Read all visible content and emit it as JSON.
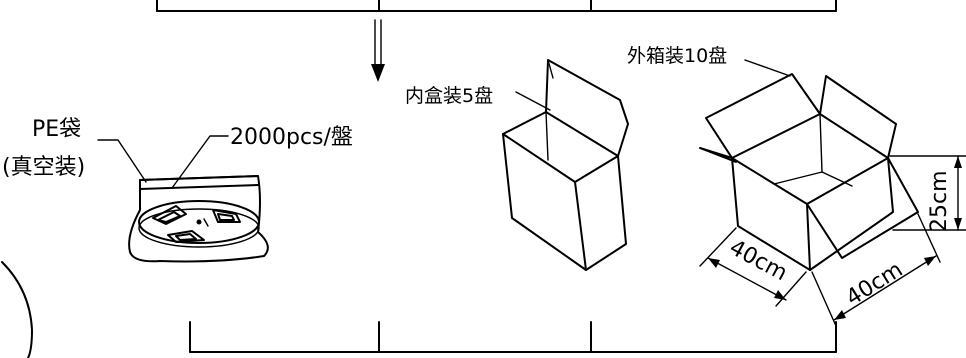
{
  "labels": {
    "pe_bag": "PE袋",
    "vacuum": "(真空装)",
    "per_reel": "2000pcs/盤",
    "inner_box": "内盒装5盘",
    "outer_box": "外箱装10盘",
    "dim_length": "40cm",
    "dim_width": "40cm",
    "dim_height": "25cm"
  }
}
